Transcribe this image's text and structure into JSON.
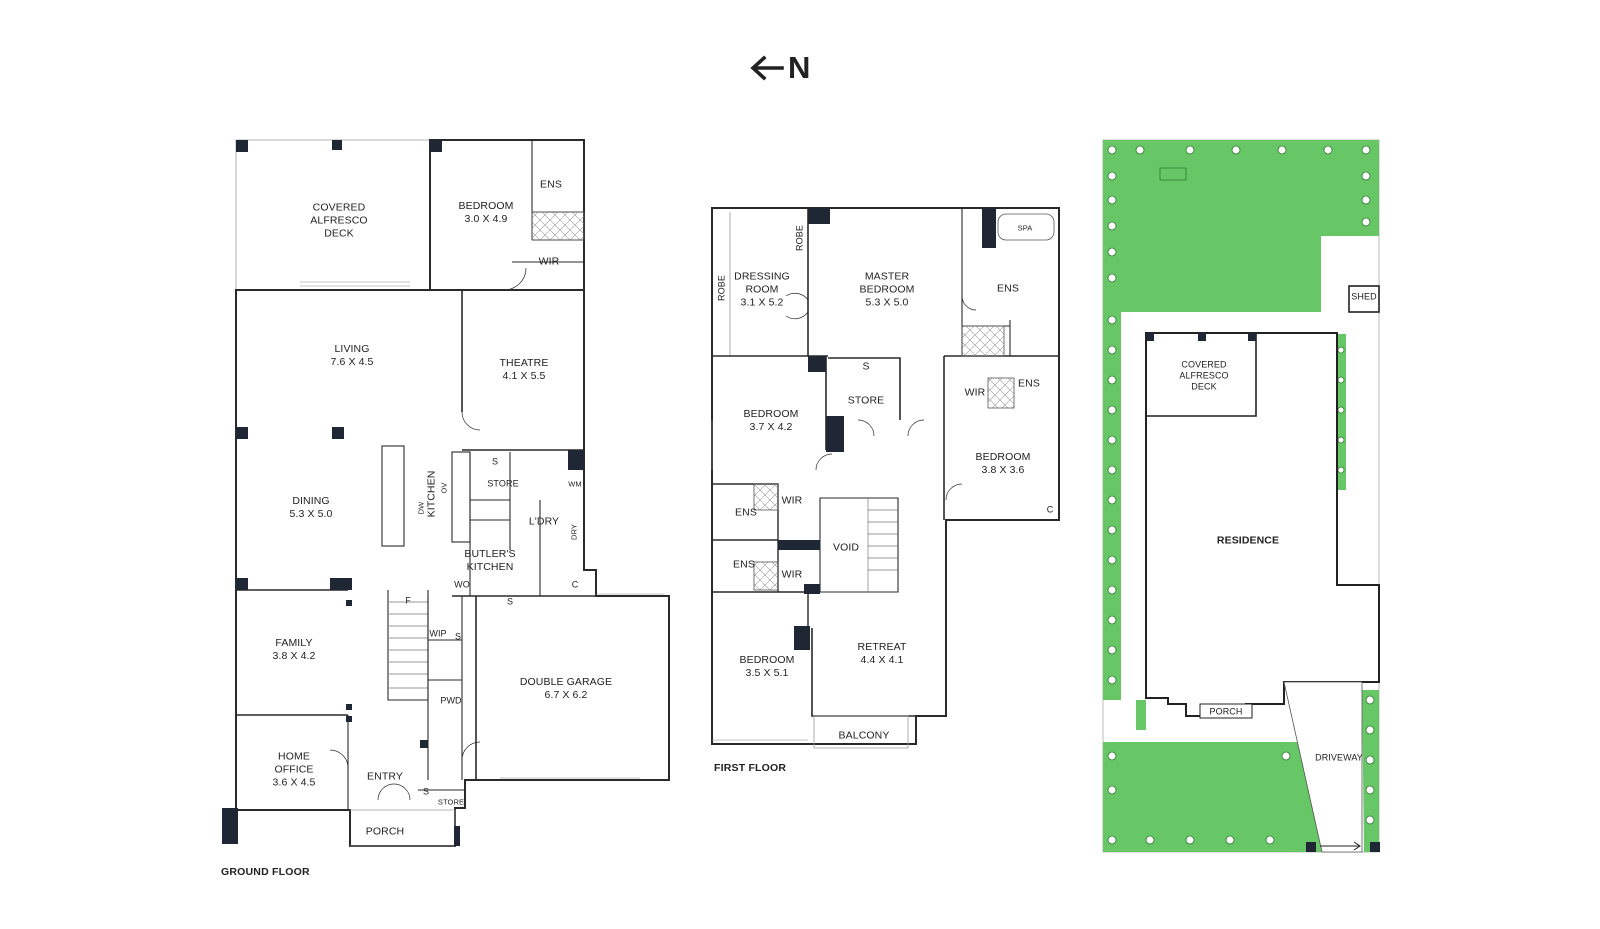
{
  "compass": {
    "arrow_icon": "arrow-left-icon",
    "label": "N"
  },
  "colors": {
    "wall": "#1e2733",
    "lawn": "#67c767",
    "line": "#8a8a8a"
  },
  "ground_floor": {
    "title": "GROUND FLOOR",
    "rooms": {
      "covered_alfresco": [
        "COVERED",
        "ALFRESCO",
        "DECK"
      ],
      "bedroom": {
        "name": "BEDROOM",
        "dims": "3.0 X 4.9"
      },
      "ens": "ENS",
      "wir": "WIR",
      "living": {
        "name": "LIVING",
        "dims": "7.6 X 4.5"
      },
      "theatre": {
        "name": "THEATRE",
        "dims": "4.1 X 5.5"
      },
      "dining": {
        "name": "DINING",
        "dims": "5.3 X 5.0"
      },
      "kitchen": "KITCHEN",
      "dw": "DW",
      "ov": "OV",
      "s_store": "S",
      "store": "STORE",
      "wm": "WM",
      "dry": "DRY",
      "ldry": "L'DRY",
      "butlers_kitchen": [
        "BUTLER'S",
        "KITCHEN"
      ],
      "wo": "WO",
      "c": "C",
      "f": "F",
      "s_garage": "S",
      "wip": "WIP",
      "s_wip": "S",
      "family": {
        "name": "FAMILY",
        "dims": "3.8 X 4.2"
      },
      "double_garage": {
        "name": "DOUBLE GARAGE",
        "dims": "6.7 X 6.2"
      },
      "pwd": "PWD",
      "home_office": {
        "name": [
          "HOME",
          "OFFICE"
        ],
        "dims": "3.6 X 4.5"
      },
      "entry": "ENTRY",
      "s_entry": "S",
      "store_entry": "STORE",
      "porch": "PORCH"
    }
  },
  "first_floor": {
    "title": "FIRST FLOOR",
    "rooms": {
      "robe_left": "ROBE",
      "dressing_room": {
        "name": [
          "DRESSING",
          "ROOM"
        ],
        "dims": "3.1 X 5.2"
      },
      "robe_top": "ROBE",
      "master_bedroom": {
        "name": [
          "MASTER",
          "BEDROOM"
        ],
        "dims": "5.3 X 5.0"
      },
      "spa": "SPA",
      "ens_master": "ENS",
      "s": "S",
      "store": "STORE",
      "bedroom_a": {
        "name": "BEDROOM",
        "dims": "3.7 X 4.2"
      },
      "wir_right": "WIR",
      "ens_right": "ENS",
      "bedroom_b": {
        "name": "BEDROOM",
        "dims": "3.8 X 3.6"
      },
      "c": "C",
      "ens_a": "ENS",
      "wir_a": "WIR",
      "void": "VOID",
      "ens_b": "ENS",
      "wir_b": "WIR",
      "bedroom_c": {
        "name": "BEDROOM",
        "dims": "3.5 X 5.1"
      },
      "retreat": {
        "name": "RETREAT",
        "dims": "4.4 X 4.1"
      },
      "balcony": "BALCONY"
    }
  },
  "site_plan": {
    "shed": "SHED",
    "covered_alfresco": [
      "COVERED",
      "ALFRESCO",
      "DECK"
    ],
    "residence": "RESIDENCE",
    "porch": "PORCH",
    "driveway": "DRIVEWAY"
  }
}
